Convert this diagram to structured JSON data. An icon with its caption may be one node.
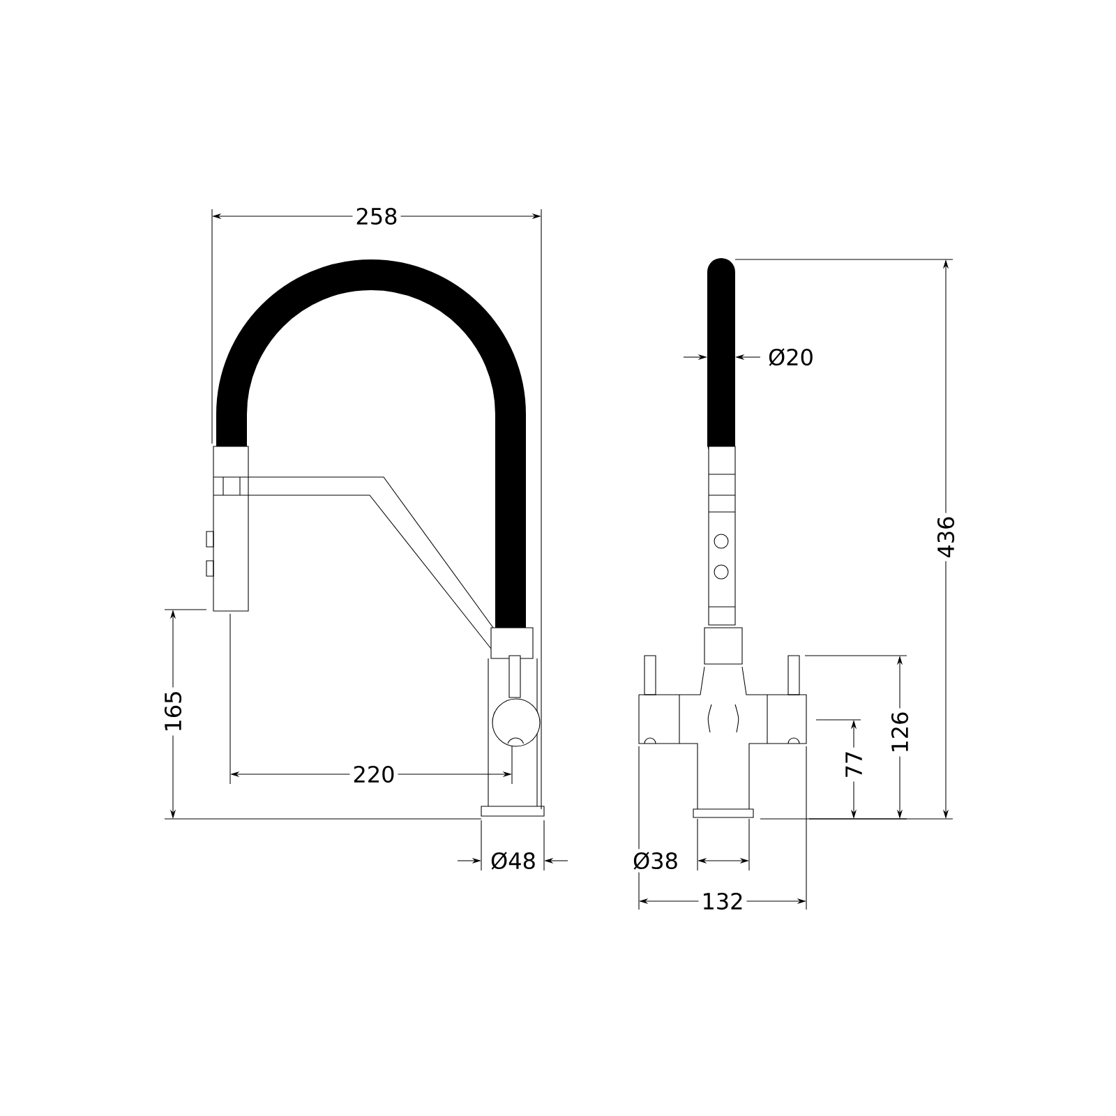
{
  "diagram": {
    "labels": [
      "258",
      "Ø20",
      "436",
      "165",
      "126",
      "77",
      "220",
      "Ø48",
      "Ø38",
      "132"
    ]
  }
}
